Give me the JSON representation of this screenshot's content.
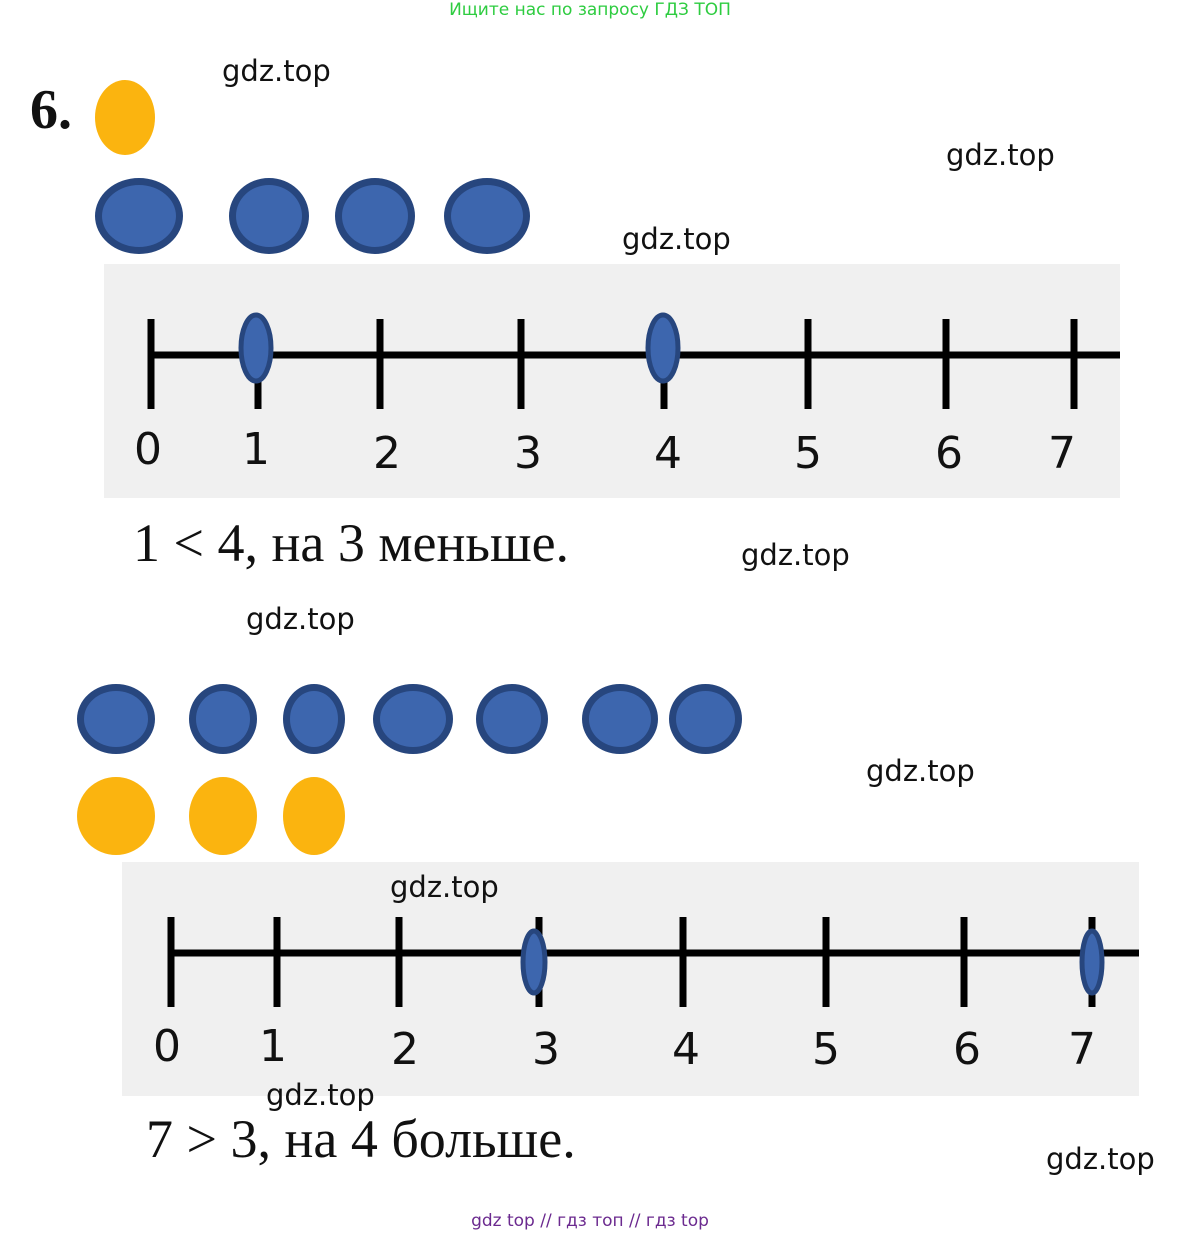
{
  "banner": "Ищите нас по запросу ГДЗ ТОП",
  "task_number": "6.",
  "watermark": "gdz.top",
  "number_line_labels": [
    "0",
    "1",
    "2",
    "3",
    "4",
    "5",
    "6",
    "7"
  ],
  "part1": {
    "orange_count": 1,
    "blue_count": 4,
    "marked_points": [
      1,
      4
    ],
    "statement": "1 < 4, на 3 меньше."
  },
  "part2": {
    "blue_count": 7,
    "orange_count": 3,
    "marked_points": [
      3,
      7
    ],
    "statement": "7 > 3, на 4 больше."
  },
  "footer": "gdz top  //  гдз топ  //  гдз top",
  "colors": {
    "dot_blue": "#3d66ae",
    "dot_blue_border": "#27467e",
    "dot_orange": "#fbb40f",
    "banner_text": "#2ecc40",
    "footer_text": "#6b2a8f"
  }
}
